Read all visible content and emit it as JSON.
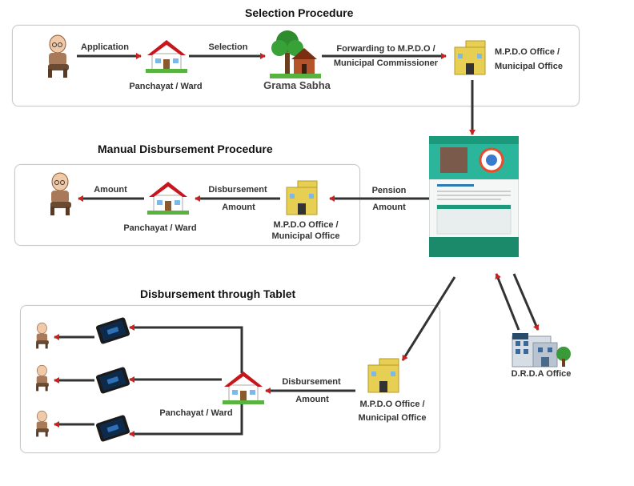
{
  "sections": {
    "selection": {
      "title": "Selection Procedure",
      "application": "Application",
      "selection": "Selection",
      "forwarding_line1": "Forwarding to M.P.D.O /",
      "forwarding_line2": "Municipal Commissioner",
      "panchayat": "Panchayat / Ward",
      "grama_sabha": "Grama Sabha",
      "office_line1": "M.P.D.O Office /",
      "office_line2": "Municipal Office"
    },
    "manual": {
      "title": "Manual Disbursement Procedure",
      "amount": "Amount",
      "disbursement": "Disbursement",
      "disbursement_amount": "Amount",
      "pension": "Pension",
      "pension_amount": "Amount",
      "panchayat": "Panchayat / Ward",
      "office_line1": "M.P.D.O Office /",
      "office_line2": "Municipal Office"
    },
    "tablet": {
      "title": "Disbursement through Tablet",
      "disbursement": "Disbursement",
      "amount": "Amount",
      "panchayat": "Panchayat / Ward",
      "office_line1": "M.P.D.O Office /",
      "office_line2": "Municipal Office"
    }
  },
  "drda_label": "D.R.D.A Office",
  "colors": {
    "arrow": "#333333",
    "arrowhead": "#cc1f1f",
    "box_border": "#c9c9c9",
    "house_roof": "#c8161d",
    "office_wall": "#e6cf52",
    "tablet_logo": "#2f6fb5"
  }
}
